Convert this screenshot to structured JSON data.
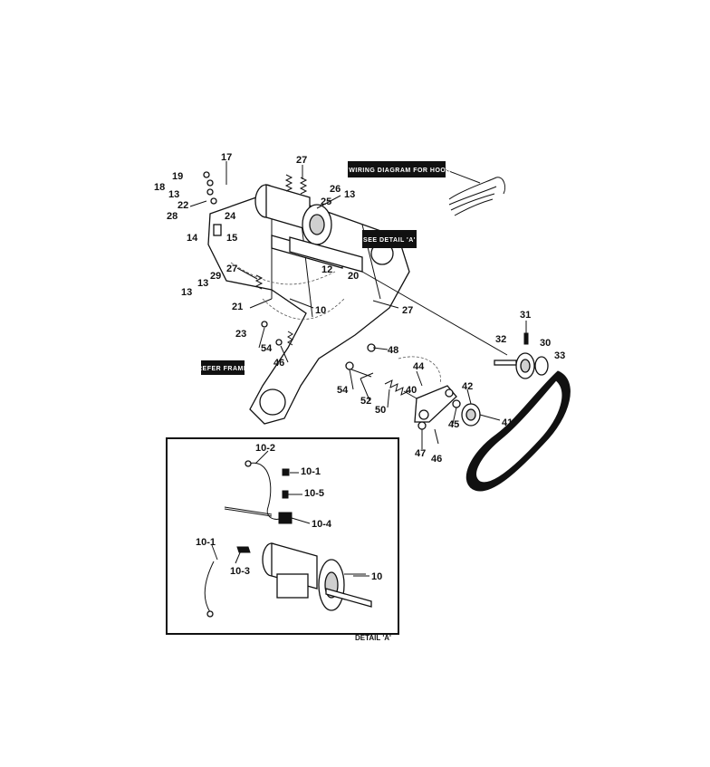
{
  "callouts": {
    "wiring": "SEE WIRING DIAGRAM FOR HOOKUP",
    "detail_ref": "SEE DETAIL 'A'",
    "frame_ref": "REFER FRAME",
    "detail_caption": "DETAIL 'A'"
  },
  "labels": {
    "l17": "17",
    "l27a": "27",
    "l19": "19",
    "l18": "18",
    "l13a": "13",
    "l22": "22",
    "l28": "28",
    "l24": "24",
    "l14": "14",
    "l15": "15",
    "l26": "26",
    "l13b": "13",
    "l25": "25",
    "l27b": "27",
    "l29": "29",
    "l13c": "13",
    "l13d": "13",
    "l12": "12",
    "l20": "20",
    "l21": "21",
    "l10": "10",
    "l27c": "27",
    "l23": "23",
    "l54a": "54",
    "l46a": "46",
    "l48": "48",
    "l31": "31",
    "l32": "32",
    "l30": "30",
    "l33": "33",
    "l44": "44",
    "l54b": "54",
    "l52": "52",
    "l40": "40",
    "l42": "42",
    "l50": "50",
    "l45": "45",
    "l41": "41",
    "l47": "47",
    "l46b": "46",
    "d10_2": "10-2",
    "d10_1a": "10-1",
    "d10_5": "10-5",
    "d10_4": "10-4",
    "d10_1b": "10-1",
    "d10_3": "10-3",
    "d10": "10"
  }
}
